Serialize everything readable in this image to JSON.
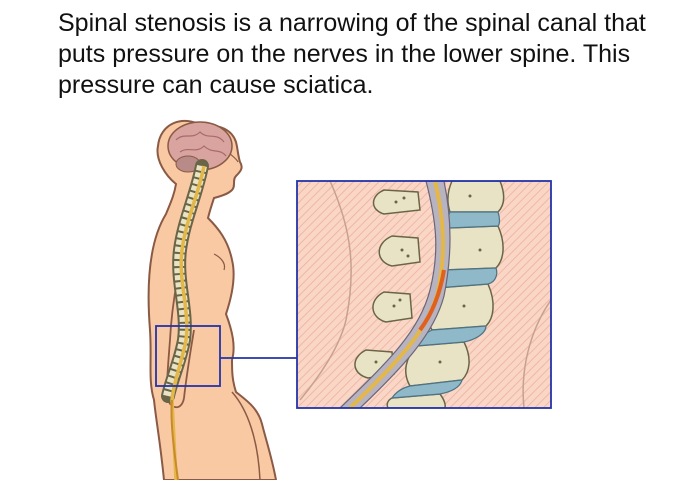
{
  "caption": {
    "text": "Spinal stenosis is a narrowing of the spinal canal that puts pressure on the nerves in the lower spine. This pressure can cause sciatica."
  },
  "colors": {
    "skin": "#f9c9a4",
    "skin_outline": "#8a5a45",
    "bone": "#e8e3c4",
    "bone_outline": "#6b6548",
    "spinal_cord": "#e3b74a",
    "nerve_highlight": "#e0601e",
    "disc": "#8fb8c8",
    "brain": "#d9a3a0",
    "inset_background": "#f7d3c6",
    "inset_border": "#2233aa"
  },
  "icons": {
    "figure": "human-body-side-view",
    "inset": "lumbar-spine-closeup"
  }
}
